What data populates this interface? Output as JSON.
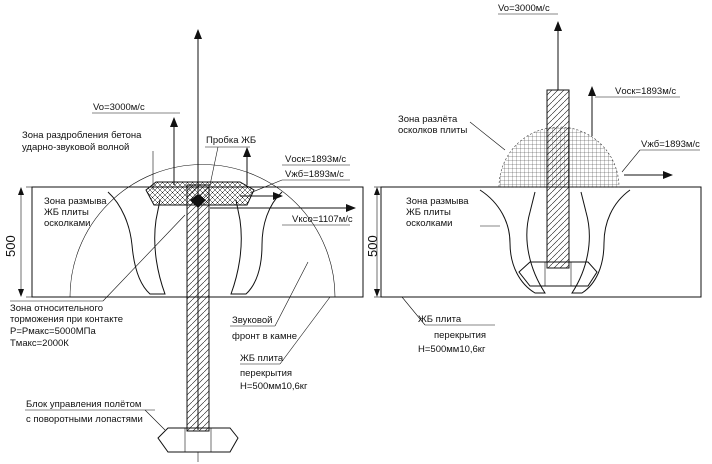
{
  "left_panel": {
    "v0": "Vo=3000м/с",
    "zone_crushing_line1": "Зона раздробления бетона",
    "zone_crushing_line2": "ударно-звуковой волной",
    "plug": "Пробка ЖБ",
    "v_osk": "Vоск=1893м/с",
    "v_zhb": "Vжб=1893м/с",
    "v_kso": "Vксо=1107м/с",
    "erosion_line1": "Зона размыва",
    "erosion_line2": "ЖБ плиты",
    "erosion_line3": "осколками",
    "thickness": "500",
    "decel_line1": "Зона относительного",
    "decel_line2": "торможения при контакте",
    "decel_line3": "P=Pмакс=5000МПа",
    "decel_line4": "Tмакс=2000К",
    "sound_line1": "Звуковой",
    "sound_line2": "фронт в камне",
    "slab_line1": "ЖБ плита",
    "slab_line2": "перекрытия",
    "slab_line3": "H=500мм10,6кг",
    "unit_line1": "Блок управления полётом",
    "unit_line2": "с поворотными лопастями"
  },
  "right_panel": {
    "v0": "Vo=3000м/с",
    "v_osk": "Vоск=1893м/с",
    "scatter_line1": "Зона разлёта",
    "scatter_line2": "осколков плиты",
    "v_zhb": "Vжб=1893м/с",
    "erosion_line1": "Зона размыва",
    "erosion_line2": "ЖБ плиты",
    "erosion_line3": "осколками",
    "thickness": "500",
    "slab_line1": "ЖБ плита",
    "slab_line2": "перекрытия",
    "slab_line3": "H=500мм10,6кг"
  }
}
